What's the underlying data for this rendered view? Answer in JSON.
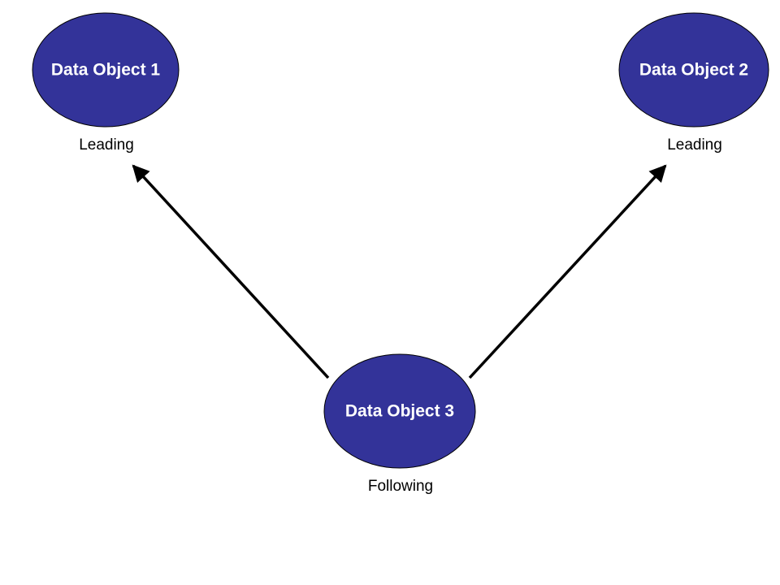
{
  "colors": {
    "node_fill": "#333399",
    "node_stroke": "#000000",
    "node_text": "#ffffff",
    "arrow": "#000000",
    "role_text": "#000000",
    "background": "#ffffff"
  },
  "nodes": [
    {
      "id": "node-1",
      "label": "Data Object 1",
      "role": "Leading"
    },
    {
      "id": "node-2",
      "label": "Data Object 2",
      "role": "Leading"
    },
    {
      "id": "node-3",
      "label": "Data Object 3",
      "role": "Following"
    }
  ],
  "edges": [
    {
      "from": "node-3",
      "to": "node-1"
    },
    {
      "from": "node-3",
      "to": "node-2"
    }
  ]
}
